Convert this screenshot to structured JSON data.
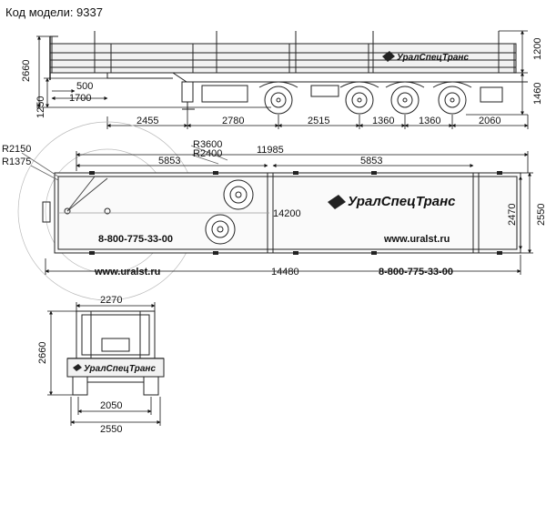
{
  "header": {
    "model_label": "Код модели: 9337"
  },
  "side_view": {
    "brand": "УралСпецТранс",
    "dims": {
      "total_height": "2660",
      "stake_height": "1200",
      "kingpin_height": "1250",
      "deck_height": "1460",
      "kingpin_offset": "500",
      "leg_offset": "1700",
      "d1": "2455",
      "d2": "2780",
      "d3": "2515",
      "d4": "1360",
      "d5": "1360",
      "d6": "2060"
    }
  },
  "top_view": {
    "brand": "УралСпецТранс",
    "phone": "8-800-775-33-00",
    "url": "www.uralst.ru",
    "dims": {
      "r_front": "R2150",
      "r_turn": "R1375",
      "r_outer": "R3600",
      "r_inner": "R2400",
      "platform_length": "11985",
      "left_span": "5853",
      "right_span": "5853",
      "inner_length": "14200",
      "total_length": "14480",
      "inner_width": "2470",
      "total_width": "2550"
    }
  },
  "front_view": {
    "brand": "УралСпецТранс",
    "dims": {
      "top_width": "2270",
      "height": "2660",
      "track": "2050",
      "width": "2550"
    }
  }
}
